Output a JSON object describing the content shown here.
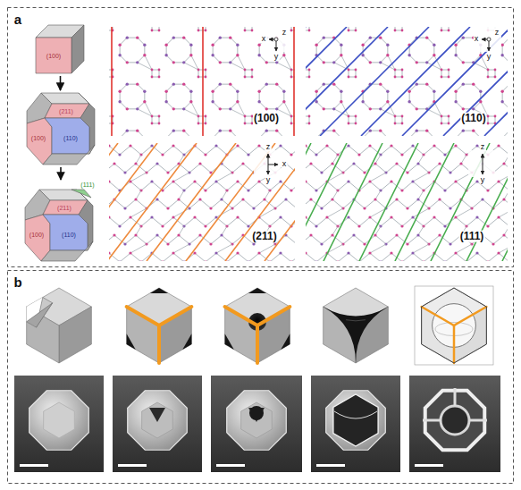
{
  "diagram": {
    "nodes": [
      {
        "text": [
          "(100)"
        ]
      },
      {
        "text": [
          "(211)",
          "(100)",
          "(110)"
        ]
      },
      {
        "text": [
          "(211)",
          "(100)",
          "(110)",
          "(111)"
        ]
      }
    ],
    "edges": [
      {
        "from": 0,
        "to": 1,
        "arrow": "to"
      },
      {
        "from": 1,
        "to": 2,
        "arrow": "to"
      }
    ],
    "labels": [
      "a",
      "(100)",
      "(110)",
      "(211)",
      "(111)",
      "x",
      "z",
      "y",
      "x",
      "z",
      "y",
      "z",
      "x",
      "y",
      "z",
      "y",
      "b"
    ]
  }
}
